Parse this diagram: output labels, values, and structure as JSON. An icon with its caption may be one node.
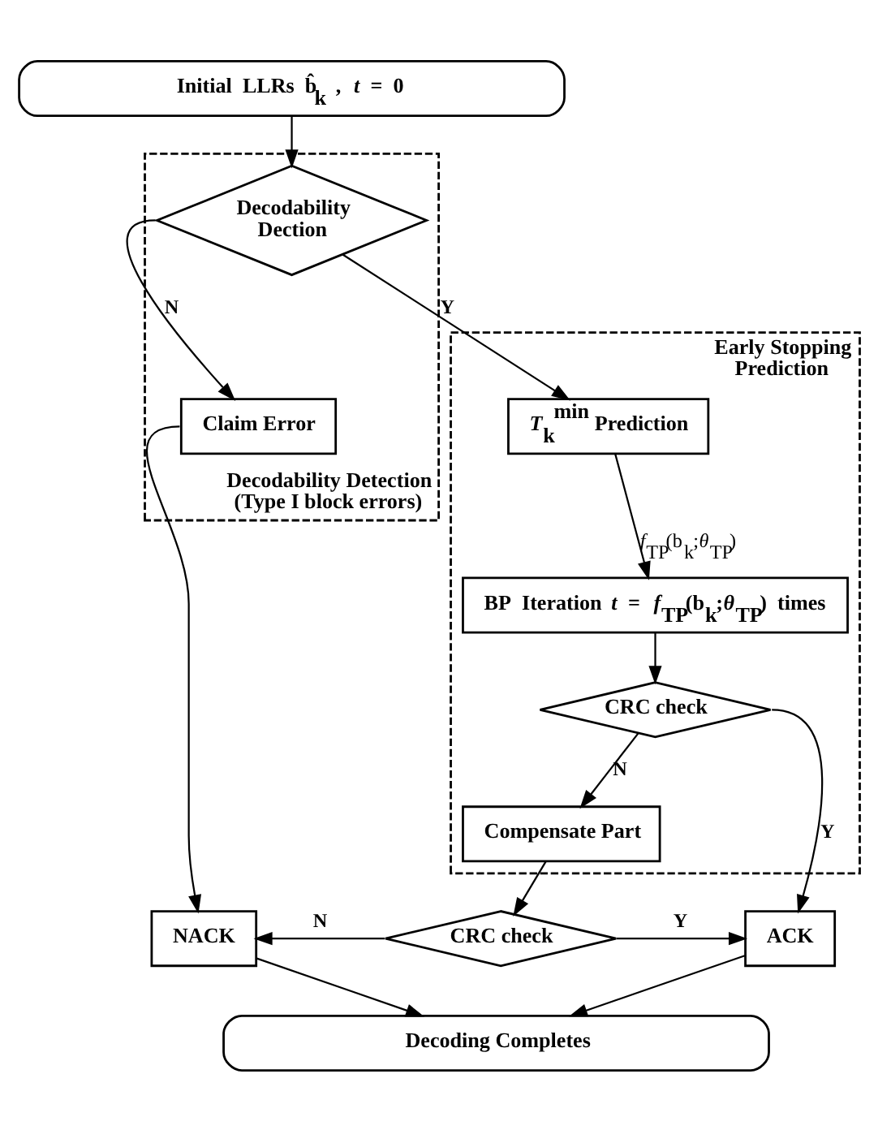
{
  "diagram": {
    "nodes": [
      {
        "text": [
          "Initial LLRs b̂$_{k}$ , *t* = 0"
        ]
      },
      {
        "text": [
          "Decodability Detection (Type I block errors)"
        ]
      },
      {
        "text": [
          "Decodability Dection"
        ],
        "in": 1
      },
      {
        "text": [
          "Claim Error"
        ],
        "in": 1
      },
      {
        "text": [
          "Early Stopping Prediction"
        ]
      },
      {
        "text": [
          "*T*$_{k}$$^{min}$ Prediction"
        ],
        "in": 4
      },
      {
        "text": [
          "BP Iteration *t* = *f*$_{TP}$(b$_{k}$;*θ*$_{TP}$) times"
        ],
        "in": 4
      },
      {
        "text": [
          "CRC check"
        ],
        "in": 4
      },
      {
        "text": [
          "Compensate Part"
        ],
        "in": 4
      },
      {
        "text": [
          "CRC check"
        ]
      },
      {
        "text": [
          "NACK"
        ]
      },
      {
        "text": [
          "ACK"
        ]
      },
      {
        "text": [
          "Decoding Completes"
        ]
      }
    ],
    "edges": [
      {
        "from": 0,
        "to": 2,
        "arrow": "to"
      },
      {
        "from": 2,
        "to": 3,
        "arrow": "to",
        "label": "N"
      },
      {
        "from": 2,
        "to": 5,
        "arrow": "to",
        "label": "Y"
      },
      {
        "from": 3,
        "to": 10,
        "arrow": "to"
      },
      {
        "from": 5,
        "to": 6,
        "arrow": "to",
        "label": "*f*$_{TP}$(b$_{k}$;*θ*$_{TP}$)"
      },
      {
        "from": 6,
        "to": 7,
        "arrow": "to"
      },
      {
        "from": 7,
        "to": 11,
        "arrow": "to",
        "label": "Y"
      },
      {
        "from": 7,
        "to": 8,
        "arrow": "to",
        "label": "N"
      },
      {
        "from": 8,
        "to": 9,
        "arrow": "to"
      },
      {
        "from": 9,
        "to": 10,
        "arrow": "to",
        "label": "N"
      },
      {
        "from": 9,
        "to": 11,
        "arrow": "to",
        "label": "Y"
      },
      {
        "from": 10,
        "to": 12,
        "arrow": "to"
      },
      {
        "from": 11,
        "to": 12,
        "arrow": "to"
      }
    ]
  }
}
